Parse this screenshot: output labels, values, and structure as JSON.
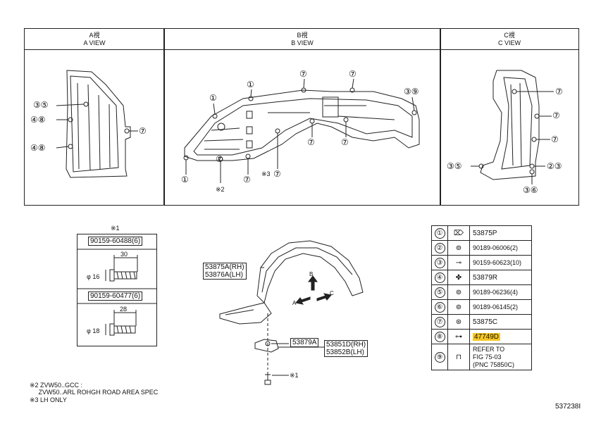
{
  "views": {
    "a": {
      "jp": "A視",
      "en": "A VIEW"
    },
    "b": {
      "jp": "B視",
      "en": "B VIEW"
    },
    "c": {
      "jp": "C視",
      "en": "C VIEW"
    }
  },
  "callouts": {
    "a_35": "③⑤",
    "a_48_top": "④⑧",
    "a_48_bot": "④⑧",
    "a_7": "⑦",
    "b_1a": "①",
    "b_1b": "①",
    "b_7a": "⑦",
    "b_7b": "⑦",
    "b_39": "③⑨",
    "b_7c": "⑦",
    "b_7d": "⑦",
    "b_7e": "⑦",
    "b_7f": "⑦",
    "b_1c": "①",
    "b_7g": "⑦",
    "b_x3": "※3",
    "b_x2": "※2",
    "c_7a": "⑦",
    "c_7b": "⑦",
    "c_7c": "⑦",
    "c_35": "③⑤",
    "c_23": "②③",
    "c_36": "③⑥"
  },
  "bolts": {
    "note_mark": "※1",
    "b1_part": "90159-60488(6)",
    "b1_len": "30",
    "b1_dia": "φ 16",
    "b2_part": "90159-60477(6)",
    "b2_len": "28",
    "b2_dia": "φ 18"
  },
  "assembly": {
    "liner_rh": "53875A(RH)",
    "liner_lh": "53876A(LH)",
    "bracket": "53879A",
    "seal_rh": "53851D(RH)",
    "seal_lh": "53852B(LH)",
    "dir_a": "A",
    "dir_b": "B",
    "dir_c": "C",
    "note_mark": "※1"
  },
  "legend": [
    {
      "num": "①",
      "icon": "clip-icon",
      "part": "53875P"
    },
    {
      "num": "②",
      "icon": "nut-icon",
      "part": "90189-06006(2)"
    },
    {
      "num": "③",
      "icon": "screw-icon",
      "part": "90159-60623(10)"
    },
    {
      "num": "④",
      "icon": "clip-icon",
      "part": "53879R"
    },
    {
      "num": "⑤",
      "icon": "nut-icon",
      "part": "90189-06236(4)"
    },
    {
      "num": "⑥",
      "icon": "nut-icon",
      "part": "90189-06145(2)"
    },
    {
      "num": "⑦",
      "icon": "clip-icon",
      "part": "53875C"
    },
    {
      "num": "⑧",
      "icon": "retainer-icon",
      "part": "47749D"
    },
    {
      "num": "⑨",
      "icon": "grommet-icon",
      "part": "REFER TO",
      "ref1": "FIG 75-03",
      "ref2": "(PNC 75850C)"
    }
  ],
  "notes": {
    "n2a": "※2 ZVW50..GCC :",
    "n2b": "     ZVW50..ARL ROHGH ROAD AREA SPEC",
    "n3": "※3 LH ONLY"
  },
  "figure_id": "537238I",
  "colors": {
    "highlight": "#f6c624",
    "line": "#222222"
  }
}
